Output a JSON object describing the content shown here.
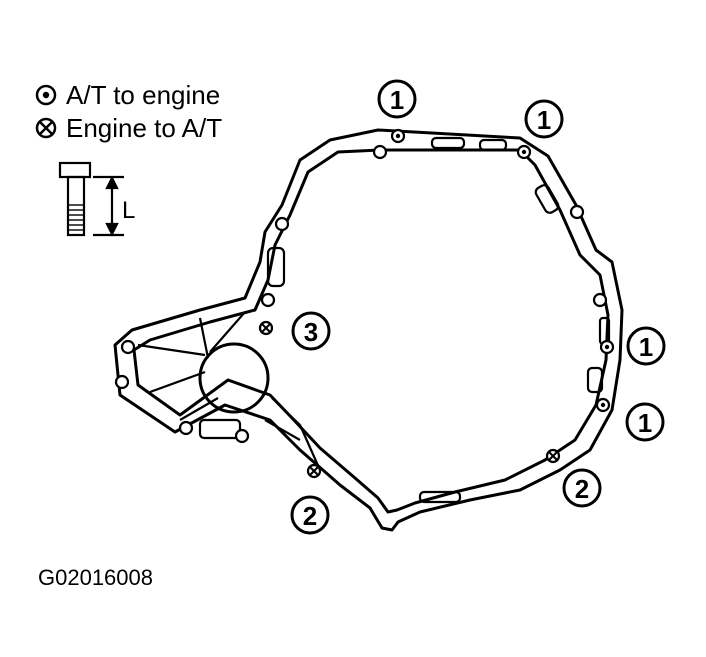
{
  "legend": {
    "at_to_engine": "A/T to engine",
    "engine_to_at": "Engine to A/T"
  },
  "bolt_dimension_label": "L",
  "callouts": [
    {
      "id": "c1",
      "number": "1"
    },
    {
      "id": "c2",
      "number": "1"
    },
    {
      "id": "c3",
      "number": "1"
    },
    {
      "id": "c4",
      "number": "1"
    },
    {
      "id": "c5",
      "number": "3"
    },
    {
      "id": "c6",
      "number": "2"
    },
    {
      "id": "c7",
      "number": "2"
    }
  ],
  "figure_id": "G02016008"
}
